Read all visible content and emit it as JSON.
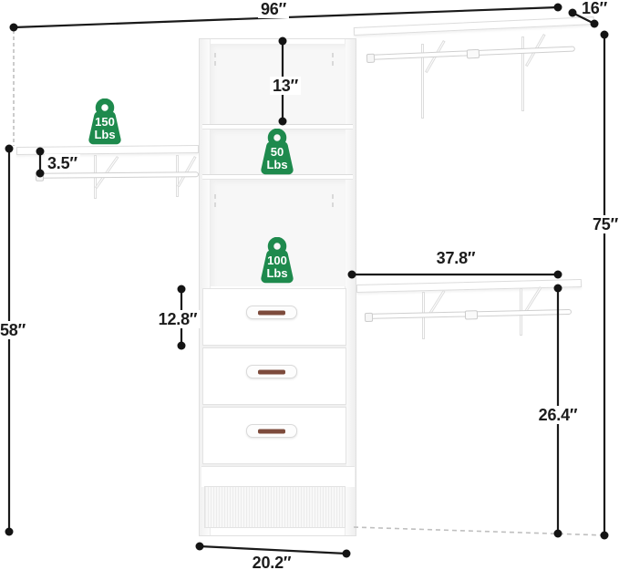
{
  "diagram": {
    "product": "closet organizer dimension diagram",
    "dims": {
      "total_width": "96″",
      "depth": "16″",
      "total_height": "75″",
      "left_shelf_height": "58″",
      "shelf_to_rod_gap": "3.5″",
      "top_cubby_height": "13″",
      "drawer_height": "12.8″",
      "right_rod_width": "37.8″",
      "rod_to_floor": "26.4″",
      "tower_width": "20.2″"
    },
    "weights": [
      {
        "value": "150",
        "unit": "Lbs"
      },
      {
        "value": "50",
        "unit": "Lbs"
      },
      {
        "value": "100",
        "unit": "Lbs"
      }
    ],
    "colors": {
      "green": "#1E8A4D",
      "line": "#1A1A1A"
    }
  }
}
